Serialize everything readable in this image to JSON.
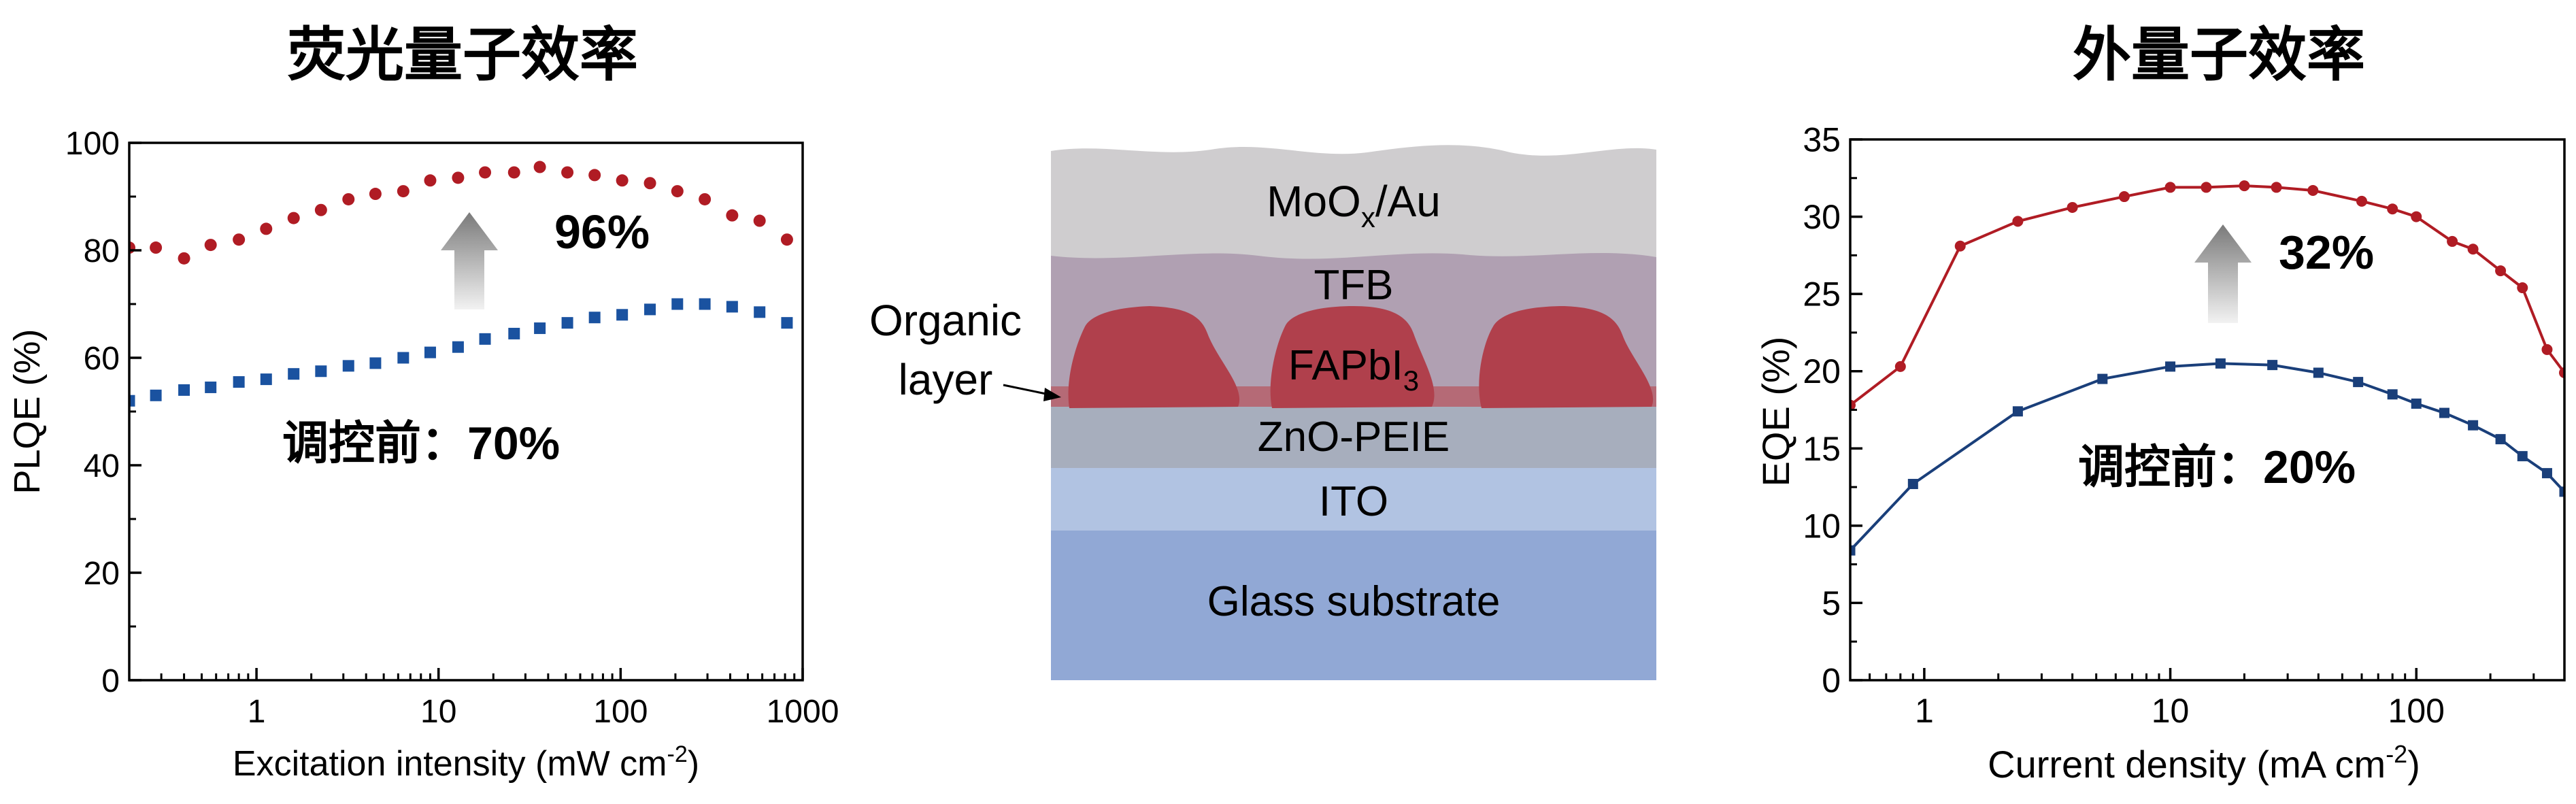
{
  "chart_data": [
    {
      "type": "scatter",
      "title": "荧光量子效率",
      "xlabel": "Excitation intensity (mW cm",
      "xlabel_sup": "-2",
      "xlabel_close": ")",
      "ylabel": "PLQE (%)",
      "xscale": "log",
      "xlim": [
        0.2,
        1000
      ],
      "ylim": [
        0,
        100
      ],
      "xticks": [
        {
          "v": 1,
          "label": "1"
        },
        {
          "v": 10,
          "label": "10"
        },
        {
          "v": 100,
          "label": "100"
        },
        {
          "v": 1000,
          "label": "1000"
        }
      ],
      "yticks": [
        {
          "v": 0,
          "label": "0"
        },
        {
          "v": 20,
          "label": "20"
        },
        {
          "v": 40,
          "label": "40"
        },
        {
          "v": 60,
          "label": "60"
        },
        {
          "v": 80,
          "label": "80"
        },
        {
          "v": 100,
          "label": "100"
        }
      ],
      "series": [
        {
          "color": "#b01c24",
          "marker": "circle",
          "x": [
            0.2,
            0.28,
            0.4,
            0.56,
            0.8,
            1.13,
            1.6,
            2.26,
            3.2,
            4.5,
            6.4,
            9.0,
            12.8,
            18,
            26,
            36,
            51,
            72,
            102,
            145,
            205,
            290,
            410,
            580,
            820
          ],
          "y": [
            80.5,
            80.5,
            78.5,
            81,
            82,
            84,
            86,
            87.5,
            89.5,
            90.5,
            91,
            93,
            93.5,
            94.5,
            94.5,
            95.5,
            94.5,
            94,
            93,
            92.5,
            91,
            89.5,
            86.5,
            85.5,
            82
          ]
        },
        {
          "color": "#1a52a0",
          "marker": "square",
          "x": [
            0.2,
            0.28,
            0.4,
            0.56,
            0.8,
            1.13,
            1.6,
            2.26,
            3.2,
            4.5,
            6.4,
            9.0,
            12.8,
            18,
            26,
            36,
            51,
            72,
            102,
            145,
            205,
            290,
            410,
            580,
            820
          ],
          "y": [
            52,
            53,
            54,
            54.5,
            55.5,
            56,
            57,
            57.5,
            58.5,
            59,
            60,
            61,
            62,
            63.5,
            64.5,
            65.5,
            66.5,
            67.5,
            68,
            69,
            70,
            70,
            69.5,
            68.5,
            66.5
          ]
        }
      ],
      "annotations": {
        "high": "96%",
        "before_prefix": "调控前：",
        "before_value": "70%"
      }
    },
    {
      "type": "line",
      "title": "外量子效率",
      "xlabel": "Current density (mA cm",
      "xlabel_sup": "-2",
      "xlabel_close": ")",
      "ylabel": "EQE  (%)",
      "xscale": "log",
      "xlim": [
        0.5,
        400
      ],
      "ylim": [
        0,
        35
      ],
      "xticks": [
        {
          "v": 1,
          "label": "1"
        },
        {
          "v": 10,
          "label": "10"
        },
        {
          "v": 100,
          "label": "100"
        }
      ],
      "yticks": [
        {
          "v": 0,
          "label": "0"
        },
        {
          "v": 5,
          "label": "5"
        },
        {
          "v": 10,
          "label": "10"
        },
        {
          "v": 15,
          "label": "15"
        },
        {
          "v": 20,
          "label": "20"
        },
        {
          "v": 25,
          "label": "25"
        },
        {
          "v": 30,
          "label": "30"
        },
        {
          "v": 35,
          "label": "35"
        }
      ],
      "series": [
        {
          "color": "#b01c24",
          "marker": "circle",
          "x": [
            0.5,
            0.8,
            1.4,
            2.4,
            4.0,
            6.5,
            10,
            14,
            20,
            27,
            38,
            60,
            80,
            100,
            140,
            170,
            220,
            270,
            340,
            400
          ],
          "y": [
            17.8,
            20.3,
            28.1,
            29.7,
            30.6,
            31.3,
            31.9,
            31.9,
            32.0,
            31.9,
            31.7,
            31.0,
            30.5,
            30.0,
            28.4,
            27.9,
            26.5,
            25.4,
            21.4,
            19.9
          ]
        },
        {
          "color": "#1a3f7a",
          "marker": "square",
          "x": [
            0.5,
            0.9,
            2.4,
            5.3,
            10,
            16,
            26,
            40,
            58,
            80,
            100,
            130,
            170,
            220,
            270,
            340,
            400
          ],
          "y": [
            8.4,
            12.7,
            17.4,
            19.5,
            20.3,
            20.5,
            20.4,
            19.9,
            19.3,
            18.5,
            17.9,
            17.3,
            16.5,
            15.6,
            14.5,
            13.4,
            12.2
          ]
        }
      ],
      "annotations": {
        "high": "32%",
        "before_prefix": "调控前：",
        "before_value": "20%"
      }
    }
  ],
  "diagram": {
    "layers": {
      "top": "MoO",
      "top_sub": "x",
      "top_rest": "/Au",
      "tfb": "TFB",
      "perovskite": "FAPbI",
      "perovskite_sub": "3",
      "zno": "ZnO-PEIE",
      "ito": "ITO",
      "glass": "Glass substrate"
    },
    "callout_line1": "Organic",
    "callout_line2": "layer",
    "colors": {
      "moo": "#cfcdcf",
      "tfb": "#b0a0b2",
      "perov": "#b0404c",
      "zno": "#a7aebd",
      "ito": "#b1c3e2",
      "glass": "#91a8d5"
    }
  }
}
